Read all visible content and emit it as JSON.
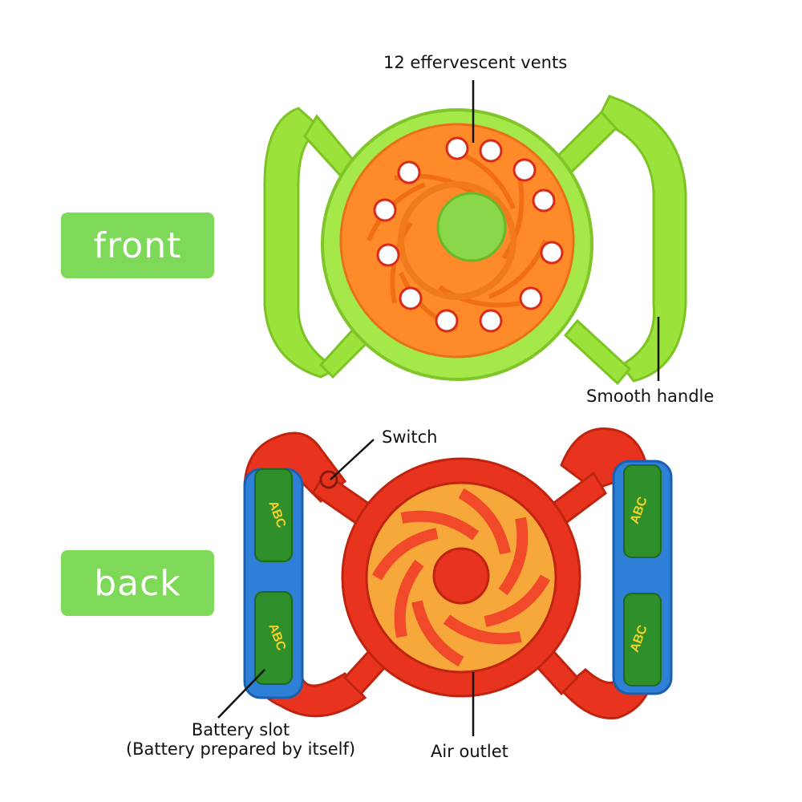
{
  "tags": {
    "front": "front",
    "back": "back"
  },
  "callouts": {
    "vents": "12 effervescent vents",
    "handle": "Smooth handle",
    "switch": "Switch",
    "battery_line1": "Battery slot",
    "battery_line2": "(Battery prepared by itself)",
    "air_outlet": "Air outlet"
  },
  "battery_brand": "ABC",
  "colors": {
    "tag_green": "#7dd957",
    "front_frame": "#9be33a",
    "front_disc": "#ff8a2a",
    "back_frame": "#e8341f",
    "battery_slot": "#2e7fd6",
    "battery": "#2f8f2a"
  }
}
